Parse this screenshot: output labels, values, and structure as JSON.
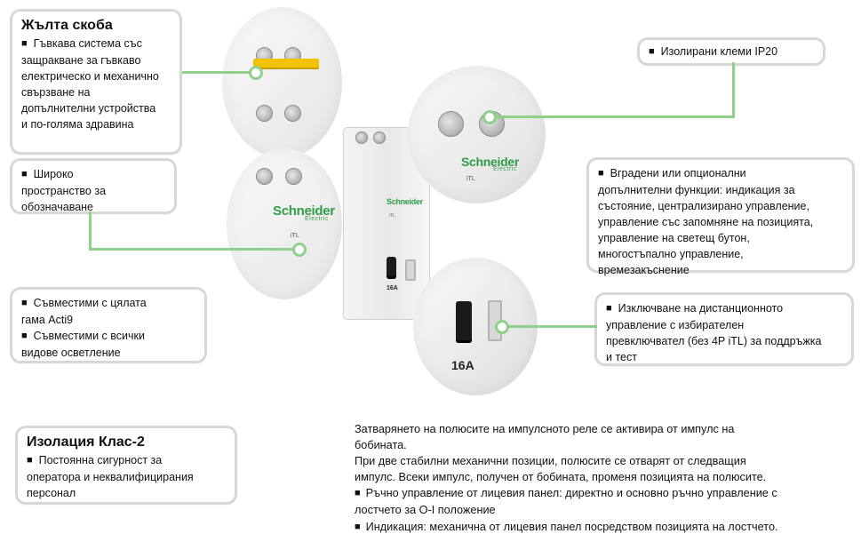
{
  "boxes": {
    "yellow_clip": {
      "title": "Жълта скоба",
      "lines": [
        "Гъвкава система със",
        "защракване за гъвкаво",
        "електрическо и механично",
        "свързване на",
        "допълнителни устройства",
        "и по-голяма здравина"
      ]
    },
    "wide_space": {
      "lines": [
        "Широко",
        "пространство за",
        "обозначаване"
      ]
    },
    "compatibility": {
      "lines": [
        "Съвместими с цялата",
        "гама Acti9",
        "Съвместими с всички",
        "видове осветление"
      ]
    },
    "insulation": {
      "title": "Изолация Клас-2",
      "lines": [
        "Постоянна сигурност за",
        "оператора и неквалифицирания",
        "персонал"
      ]
    },
    "terminals": {
      "lines": [
        "Изолирани клеми IP20"
      ]
    },
    "functions": {
      "lines": [
        "Вградени или опционални",
        "допълнителни функции: индикация за",
        "състояние, централизирано управление,",
        "управление със запомняне на позицията,",
        "управление на светещ бутон,",
        "многостъпално управление,",
        "времезакъснение"
      ]
    },
    "remote_off": {
      "lines": [
        "Изключване на дистанционното",
        "управление с избирателен",
        "превключвател (без 4P iTL) за поддръжка",
        "и тест"
      ]
    }
  },
  "bottom_text": [
    "Затварянето на полюсите на импулсното реле се активира от импулс на",
    "бобината.",
    "При две стабилни механични позиции, полюсите се отварят от следващия",
    "импулс. Всеки импулс, получен от бобината, променя позицията на полюсите.",
    "Ръчно управление от лицевия панел: директно и основно ръчно управление с",
    "лостчето за О-I положение",
    "Индикация: механична от лицевия панел посредством позицията на лостчето."
  ],
  "photo_labels": {
    "brand": "Schneider",
    "brand_sub": "Electric",
    "model": "iTL",
    "rating": "16A"
  },
  "colors": {
    "accent": "#8fd08a",
    "brand": "#2f9e46",
    "clip": "#f0c200",
    "box_border": "#d7d7d7"
  }
}
